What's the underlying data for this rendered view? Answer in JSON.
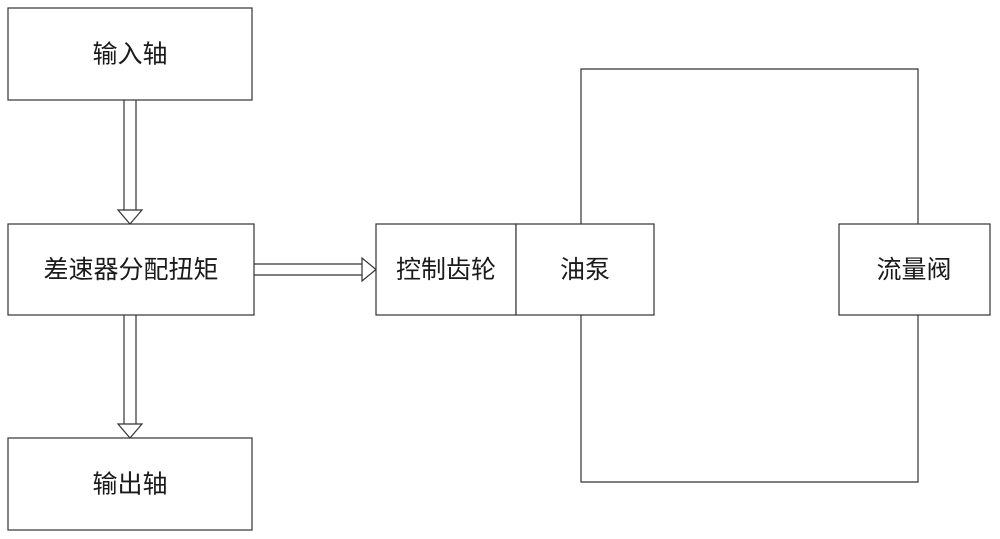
{
  "diagram": {
    "nodes": {
      "input_shaft": {
        "label": "输入轴"
      },
      "differential": {
        "label": "差速器分配扭矩"
      },
      "output_shaft": {
        "label": "输出轴"
      },
      "control_gear": {
        "label": "控制齿轮"
      },
      "oil_pump": {
        "label": "油泵"
      },
      "flow_valve": {
        "label": "流量阀"
      }
    },
    "edges": [
      {
        "from": "input_shaft",
        "to": "differential",
        "style": "double-arrow"
      },
      {
        "from": "differential",
        "to": "output_shaft",
        "style": "double-arrow"
      },
      {
        "from": "differential",
        "to": "control_gear",
        "style": "double-arrow"
      },
      {
        "from": "oil_pump",
        "to": "flow_valve",
        "style": "line-loop"
      }
    ],
    "colors": {
      "stroke": "#333333",
      "text": "#1a1a1a",
      "background": "#ffffff"
    }
  }
}
